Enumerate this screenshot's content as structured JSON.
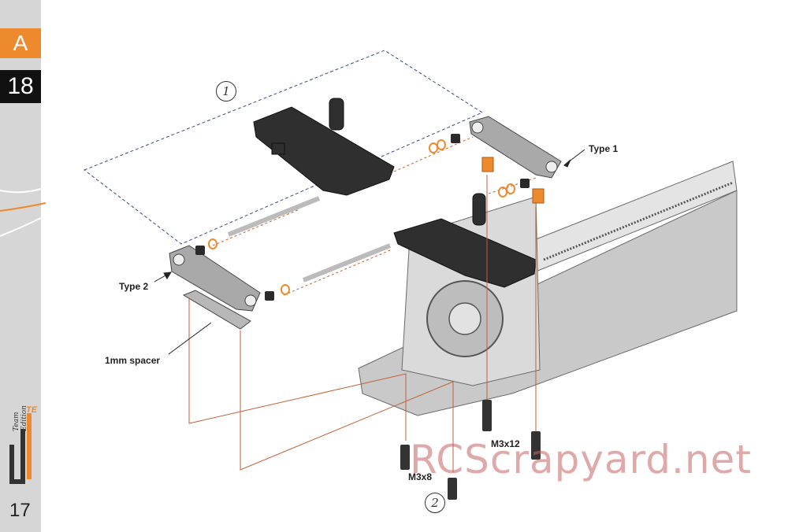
{
  "sidebar": {
    "section_letter": "A",
    "step_number": "18",
    "page_number": "17",
    "logo_text": "Team Edition",
    "logo_badge": "TE"
  },
  "diagram": {
    "labels": {
      "type1": "Type 1",
      "type2": "Type 2",
      "spacer": "1mm spacer",
      "screw_m3x12": "M3x12",
      "screw_m3x8": "M3x8"
    },
    "callouts": {
      "step1": "1",
      "step2": "2"
    }
  },
  "watermark": "RCScrapyard.net",
  "colors": {
    "accent_orange": "#ee8a2e",
    "sidebar_gray": "#d6d6d6",
    "step_tab_black": "#111111",
    "guide_line": "#c0623a",
    "dashed_outline": "#3a4a8a",
    "watermark": "#c46262"
  }
}
